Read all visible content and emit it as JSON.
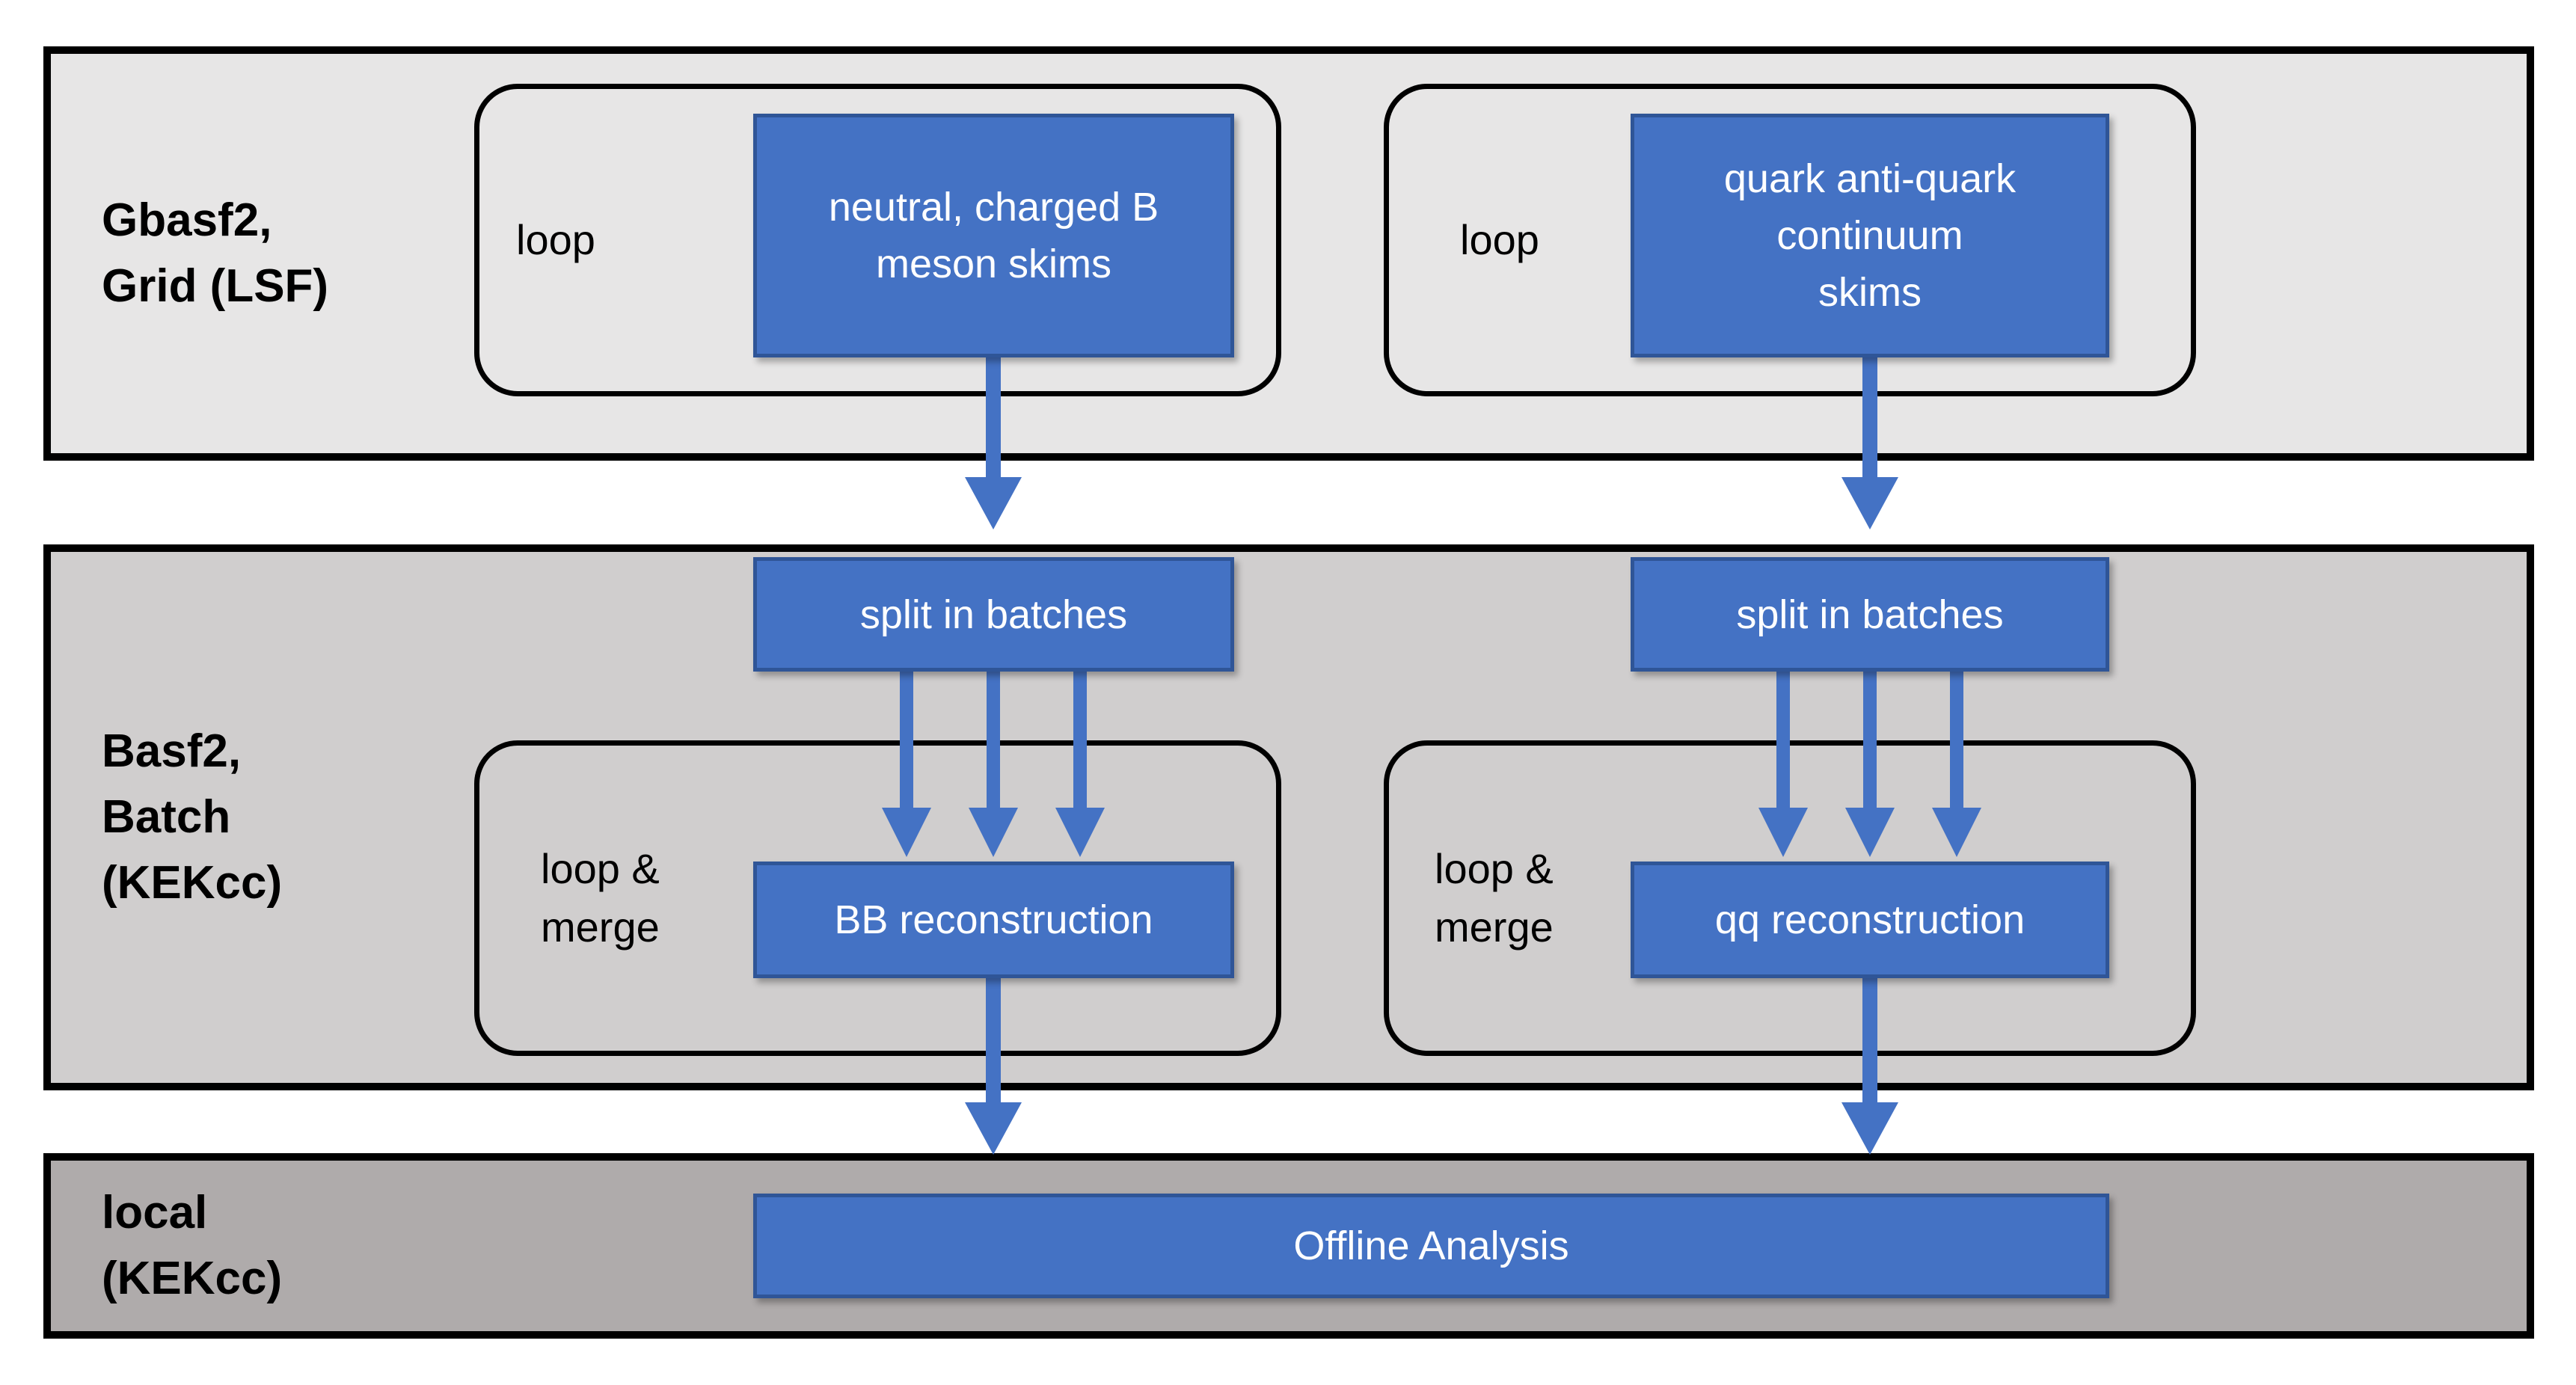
{
  "colors": {
    "band1": "#E7E6E6",
    "band2": "#D0CECE",
    "band3": "#AFABAB",
    "box_fill": "#4472C4",
    "box_border": "#2F5597",
    "arrow": "#4472C4",
    "outline": "#000000",
    "text_dark": "#000000",
    "text_light": "#FFFFFF"
  },
  "bands": [
    {
      "label": "Gbasf2,\nGrid (LSF)"
    },
    {
      "label": "Basf2,\nBatch\n(KEKcc)"
    },
    {
      "label": "local\n(KEKcc)"
    }
  ],
  "top": {
    "left_group": {
      "loop_label": "loop",
      "box_label": "neutral, charged B\nmeson skims"
    },
    "right_group": {
      "loop_label": "loop",
      "box_label": "quark anti-quark\ncontinuum\nskims"
    }
  },
  "middle": {
    "left": {
      "split_label": "split in batches",
      "loop_merge_label": "loop &\nmerge",
      "recon_label": "BB reconstruction"
    },
    "right": {
      "split_label": "split in batches",
      "loop_merge_label": "loop &\nmerge",
      "recon_label": "qq reconstruction"
    }
  },
  "bottom": {
    "box_label": "Offline Analysis"
  }
}
